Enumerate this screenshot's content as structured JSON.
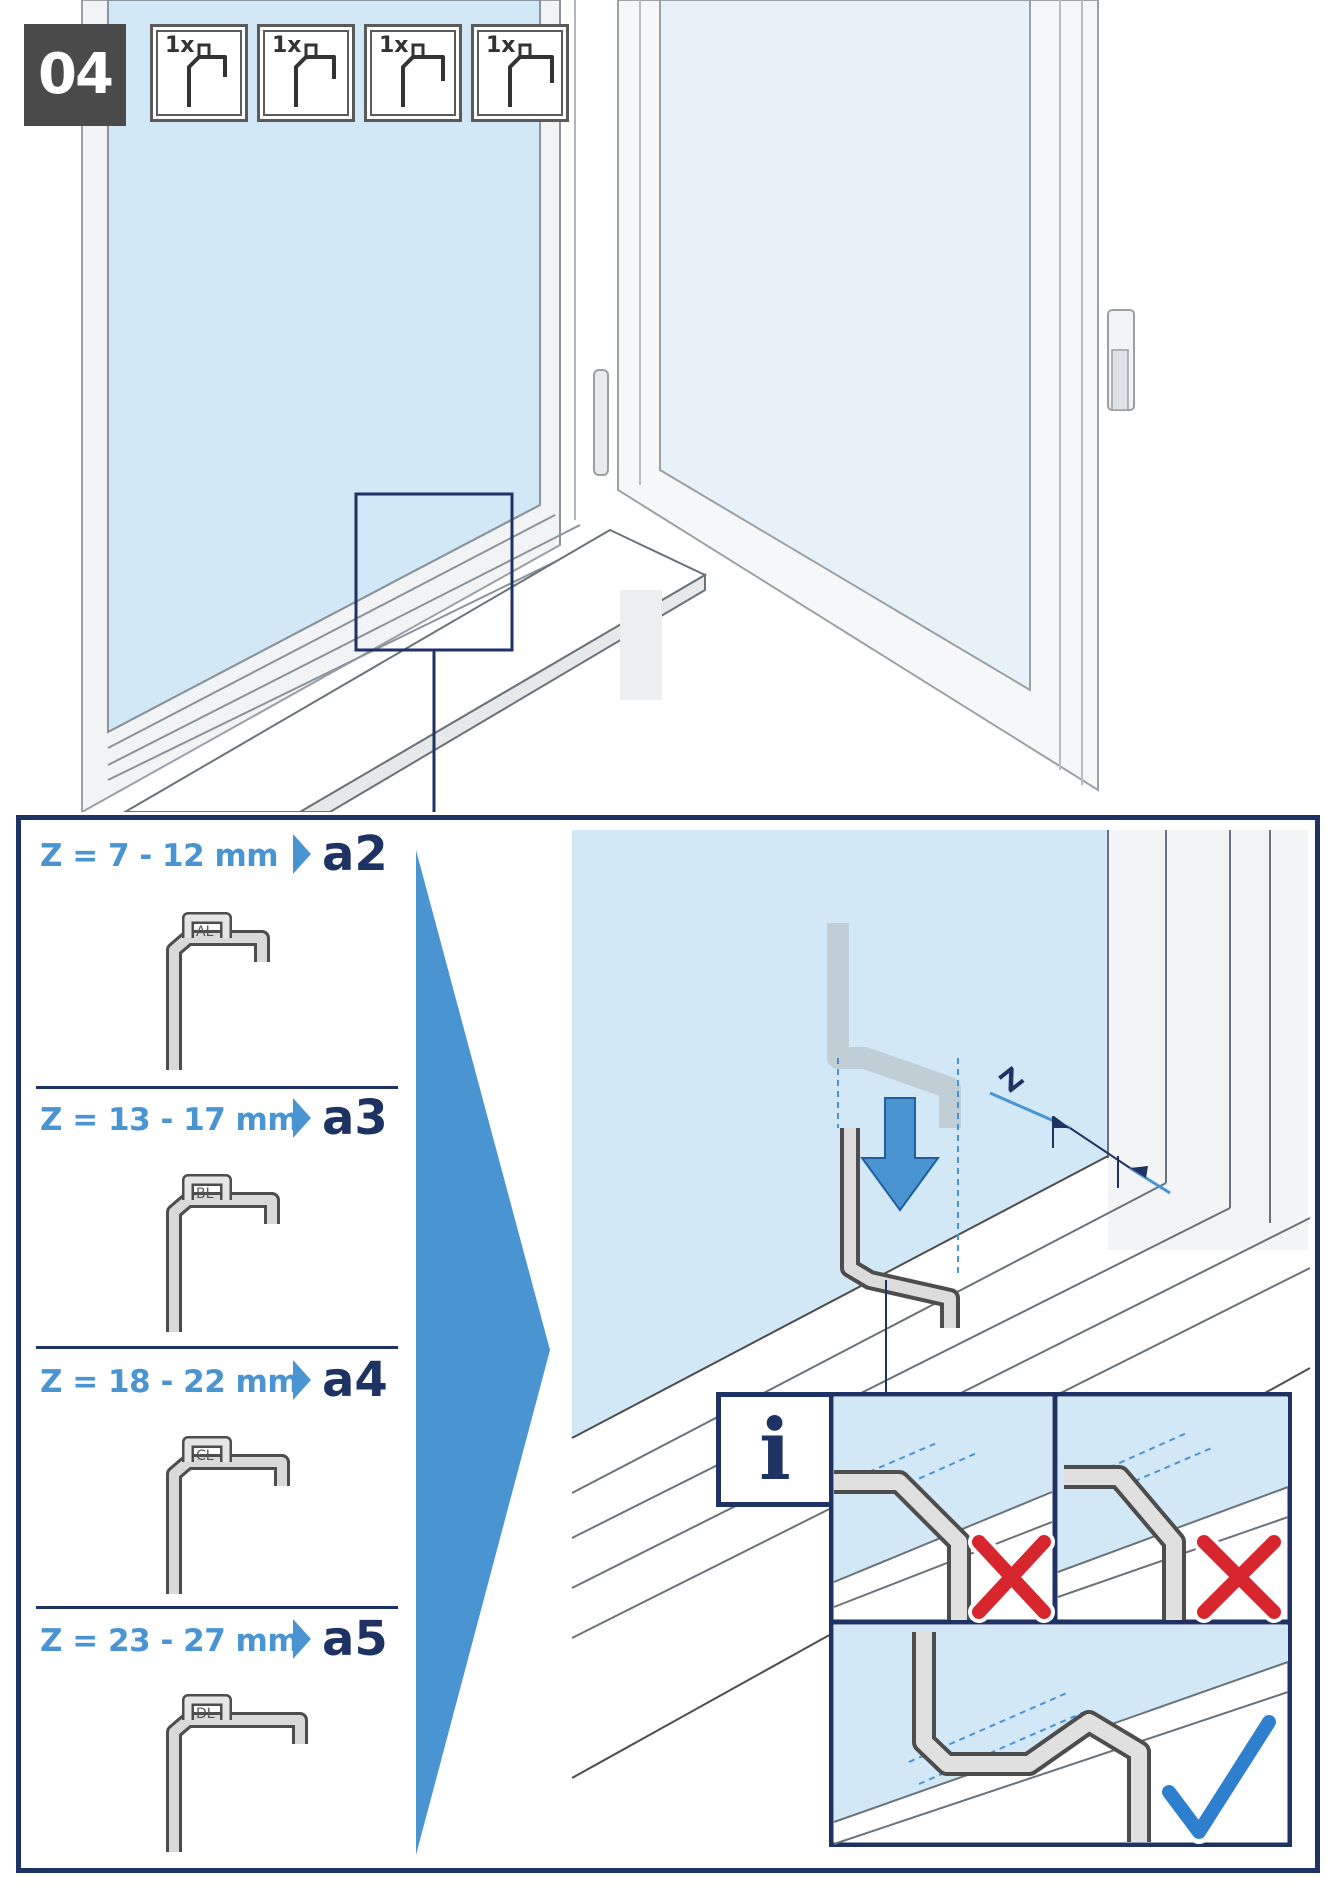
{
  "step": {
    "number": "04"
  },
  "parts": [
    {
      "qty": "1x",
      "icon": "bracket-al-icon"
    },
    {
      "qty": "1x",
      "icon": "bracket-bl-icon"
    },
    {
      "qty": "1x",
      "icon": "bracket-cl-icon"
    },
    {
      "qty": "1x",
      "icon": "bracket-dl-icon"
    }
  ],
  "sizes": [
    {
      "range": "Z = 7 - 12 mm",
      "code": "a2",
      "label": "AL"
    },
    {
      "range": "Z = 13 - 17 mm",
      "code": "a3",
      "label": "BL"
    },
    {
      "range": "Z = 18 - 22 mm",
      "code": "a4",
      "label": "CL"
    },
    {
      "range": "Z = 23 - 27 mm",
      "code": "a5",
      "label": "DL"
    }
  ],
  "detail": {
    "dimension_label": "Z",
    "info_symbol": "i",
    "wrong_marks": [
      "x-mark-icon",
      "x-mark-icon"
    ],
    "right_mark": "check-mark-icon"
  },
  "colors": {
    "navy": "#1f3264",
    "accent_blue": "#4a95d1",
    "glass": "#d3e8f6",
    "wrong_red": "#d8262e",
    "check_blue": "#2f7fcf"
  }
}
